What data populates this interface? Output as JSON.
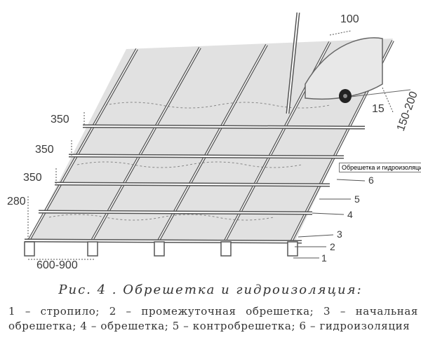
{
  "figure": {
    "dimensions": {
      "d100": "100",
      "d150_200": "150-200",
      "d15": "15",
      "d350_a": "350",
      "d350_b": "350",
      "d350_c": "350",
      "d280": "280",
      "d600_900": "600-900"
    },
    "callouts": [
      "1",
      "2",
      "3",
      "4",
      "5",
      "6"
    ],
    "tooltip": "Обрешетка и гидроизоляция"
  },
  "caption": {
    "title": "Рис. 4 .  Обрешетка  и  гидроизоляция:",
    "body": "1 – стропило; 2 – промежуточная обрешетка; 3 – начальная обрешетка; 4 – обрешетка; 5 – контробрешетка; 6 – гидроизоляция"
  },
  "colors": {
    "line": "#555555",
    "membrane": "#d8d8d8",
    "text": "#333333"
  }
}
